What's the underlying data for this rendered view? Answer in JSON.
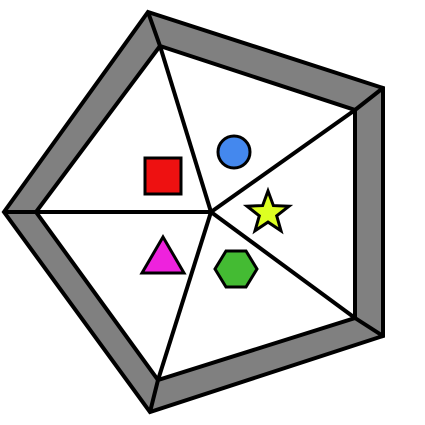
{
  "board": {
    "sections": 5,
    "colors": {
      "background": "#ffffff",
      "rim": "#808080",
      "outline": "#000000",
      "inner": "#ffffff"
    }
  },
  "pieces": [
    {
      "shape": "circle",
      "color": "#4488ee"
    },
    {
      "shape": "square",
      "color": "#ee1111"
    },
    {
      "shape": "star",
      "color": "#ddff22"
    },
    {
      "shape": "triangle",
      "color": "#ee22dd"
    },
    {
      "shape": "hexagon",
      "color": "#44bb33"
    }
  ]
}
